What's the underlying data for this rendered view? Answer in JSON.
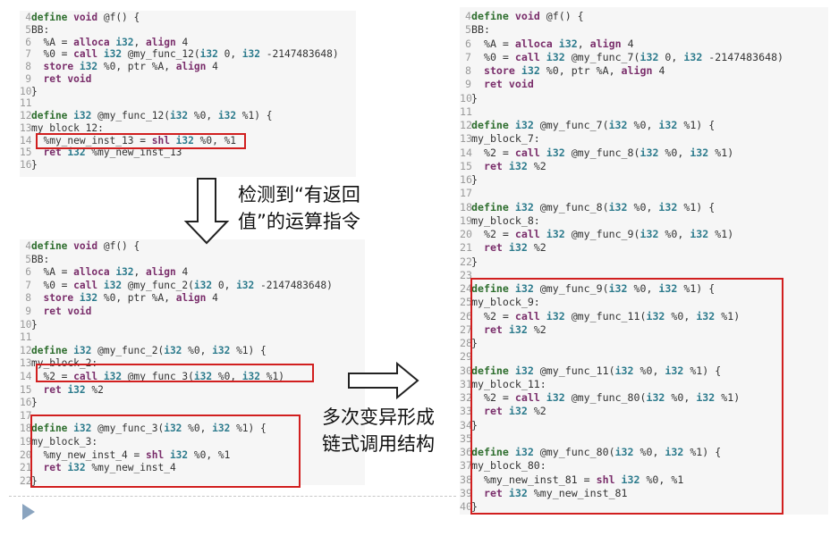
{
  "captions": {
    "detect_line1": "检测到“有返回",
    "detect_line2": "值”的运算指令",
    "mutate_line1": "多次变异形成",
    "mutate_line2": "链式调用结构"
  },
  "panels": {
    "top_left": [
      {
        "n": "4",
        "t": [
          [
            "df",
            "define "
          ],
          [
            "kw",
            "void "
          ],
          [
            "p",
            "@f() {"
          ]
        ]
      },
      {
        "n": "5",
        "t": [
          [
            "p",
            "BB:"
          ]
        ]
      },
      {
        "n": "6",
        "t": [
          [
            "p",
            "  %A = "
          ],
          [
            "kw",
            "alloca "
          ],
          [
            "ty",
            "i32"
          ],
          [
            "p",
            ", "
          ],
          [
            "kw",
            "align "
          ],
          [
            "p",
            "4"
          ]
        ]
      },
      {
        "n": "7",
        "t": [
          [
            "p",
            "  %0 = "
          ],
          [
            "kw",
            "call "
          ],
          [
            "ty",
            "i32 "
          ],
          [
            "p",
            "@my_func_12("
          ],
          [
            "ty",
            "i32 "
          ],
          [
            "p",
            "0, "
          ],
          [
            "ty",
            "i32 "
          ],
          [
            "p",
            "-2147483648)"
          ]
        ]
      },
      {
        "n": "8",
        "t": [
          [
            "p",
            "  "
          ],
          [
            "kw",
            "store "
          ],
          [
            "ty",
            "i32 "
          ],
          [
            "p",
            "%0, ptr %A, "
          ],
          [
            "kw",
            "align "
          ],
          [
            "p",
            "4"
          ]
        ]
      },
      {
        "n": "9",
        "t": [
          [
            "p",
            "  "
          ],
          [
            "kw",
            "ret void"
          ]
        ]
      },
      {
        "n": "10",
        "t": [
          [
            "p",
            "}"
          ]
        ]
      },
      {
        "n": "11",
        "t": []
      },
      {
        "n": "12",
        "t": [
          [
            "df",
            "define "
          ],
          [
            "ty",
            "i32 "
          ],
          [
            "p",
            "@my_func_12("
          ],
          [
            "ty",
            "i32 "
          ],
          [
            "p",
            "%0, "
          ],
          [
            "ty",
            "i32 "
          ],
          [
            "p",
            "%1) {"
          ]
        ]
      },
      {
        "n": "13",
        "t": [
          [
            "p",
            "my_block_12:"
          ]
        ]
      },
      {
        "n": "14",
        "t": [
          [
            "p",
            "  %my_new_inst_13 = "
          ],
          [
            "kw",
            "shl "
          ],
          [
            "ty",
            "i32 "
          ],
          [
            "p",
            "%0, %1"
          ]
        ]
      },
      {
        "n": "15",
        "t": [
          [
            "p",
            "  "
          ],
          [
            "kw",
            "ret "
          ],
          [
            "ty",
            "i32 "
          ],
          [
            "p",
            "%my_new_inst_13"
          ]
        ]
      },
      {
        "n": "16",
        "t": [
          [
            "p",
            "}"
          ]
        ]
      }
    ],
    "bottom_left": [
      {
        "n": "4",
        "t": [
          [
            "df",
            "define "
          ],
          [
            "kw",
            "void "
          ],
          [
            "p",
            "@f() {"
          ]
        ]
      },
      {
        "n": "5",
        "t": [
          [
            "p",
            "BB:"
          ]
        ]
      },
      {
        "n": "6",
        "t": [
          [
            "p",
            "  %A = "
          ],
          [
            "kw",
            "alloca "
          ],
          [
            "ty",
            "i32"
          ],
          [
            "p",
            ", "
          ],
          [
            "kw",
            "align "
          ],
          [
            "p",
            "4"
          ]
        ]
      },
      {
        "n": "7",
        "t": [
          [
            "p",
            "  %0 = "
          ],
          [
            "kw",
            "call "
          ],
          [
            "ty",
            "i32 "
          ],
          [
            "p",
            "@my_func_2("
          ],
          [
            "ty",
            "i32 "
          ],
          [
            "p",
            "0, "
          ],
          [
            "ty",
            "i32 "
          ],
          [
            "p",
            "-2147483648)"
          ]
        ]
      },
      {
        "n": "8",
        "t": [
          [
            "p",
            "  "
          ],
          [
            "kw",
            "store "
          ],
          [
            "ty",
            "i32 "
          ],
          [
            "p",
            "%0, ptr %A, "
          ],
          [
            "kw",
            "align "
          ],
          [
            "p",
            "4"
          ]
        ]
      },
      {
        "n": "9",
        "t": [
          [
            "p",
            "  "
          ],
          [
            "kw",
            "ret void"
          ]
        ]
      },
      {
        "n": "10",
        "t": [
          [
            "p",
            "}"
          ]
        ]
      },
      {
        "n": "11",
        "t": []
      },
      {
        "n": "12",
        "t": [
          [
            "df",
            "define "
          ],
          [
            "ty",
            "i32 "
          ],
          [
            "p",
            "@my_func_2("
          ],
          [
            "ty",
            "i32 "
          ],
          [
            "p",
            "%0, "
          ],
          [
            "ty",
            "i32 "
          ],
          [
            "p",
            "%1) {"
          ]
        ]
      },
      {
        "n": "13",
        "t": [
          [
            "p",
            "my_block_2:"
          ]
        ]
      },
      {
        "n": "14",
        "t": [
          [
            "p",
            "  %2 = "
          ],
          [
            "kw",
            "call "
          ],
          [
            "ty",
            "i32 "
          ],
          [
            "p",
            "@my_func_3("
          ],
          [
            "ty",
            "i32 "
          ],
          [
            "p",
            "%0, "
          ],
          [
            "ty",
            "i32 "
          ],
          [
            "p",
            "%1)"
          ]
        ]
      },
      {
        "n": "15",
        "t": [
          [
            "p",
            "  "
          ],
          [
            "kw",
            "ret "
          ],
          [
            "ty",
            "i32 "
          ],
          [
            "p",
            "%2"
          ]
        ]
      },
      {
        "n": "16",
        "t": [
          [
            "p",
            "}"
          ]
        ]
      },
      {
        "n": "17",
        "t": []
      },
      {
        "n": "18",
        "t": [
          [
            "df",
            "define "
          ],
          [
            "ty",
            "i32 "
          ],
          [
            "p",
            "@my_func_3("
          ],
          [
            "ty",
            "i32 "
          ],
          [
            "p",
            "%0, "
          ],
          [
            "ty",
            "i32 "
          ],
          [
            "p",
            "%1) {"
          ]
        ]
      },
      {
        "n": "19",
        "t": [
          [
            "p",
            "my_block_3:"
          ]
        ]
      },
      {
        "n": "20",
        "t": [
          [
            "p",
            "  %my_new_inst_4 = "
          ],
          [
            "kw",
            "shl "
          ],
          [
            "ty",
            "i32 "
          ],
          [
            "p",
            "%0, %1"
          ]
        ]
      },
      {
        "n": "21",
        "t": [
          [
            "p",
            "  "
          ],
          [
            "kw",
            "ret "
          ],
          [
            "ty",
            "i32 "
          ],
          [
            "p",
            "%my_new_inst_4"
          ]
        ]
      },
      {
        "n": "22",
        "t": [
          [
            "p",
            "}"
          ]
        ]
      }
    ],
    "right": [
      {
        "n": "4",
        "t": [
          [
            "df",
            "define "
          ],
          [
            "kw",
            "void "
          ],
          [
            "p",
            "@f() {"
          ]
        ]
      },
      {
        "n": "5",
        "t": [
          [
            "p",
            "BB:"
          ]
        ]
      },
      {
        "n": "6",
        "t": [
          [
            "p",
            "  %A = "
          ],
          [
            "kw",
            "alloca "
          ],
          [
            "ty",
            "i32"
          ],
          [
            "p",
            ", "
          ],
          [
            "kw",
            "align "
          ],
          [
            "p",
            "4"
          ]
        ]
      },
      {
        "n": "7",
        "t": [
          [
            "p",
            "  %0 = "
          ],
          [
            "kw",
            "call "
          ],
          [
            "ty",
            "i32 "
          ],
          [
            "p",
            "@my_func_7("
          ],
          [
            "ty",
            "i32 "
          ],
          [
            "p",
            "0, "
          ],
          [
            "ty",
            "i32 "
          ],
          [
            "p",
            "-2147483648)"
          ]
        ]
      },
      {
        "n": "8",
        "t": [
          [
            "p",
            "  "
          ],
          [
            "kw",
            "store "
          ],
          [
            "ty",
            "i32 "
          ],
          [
            "p",
            "%0, ptr %A, "
          ],
          [
            "kw",
            "align "
          ],
          [
            "p",
            "4"
          ]
        ]
      },
      {
        "n": "9",
        "t": [
          [
            "p",
            "  "
          ],
          [
            "kw",
            "ret void"
          ]
        ]
      },
      {
        "n": "10",
        "t": [
          [
            "p",
            "}"
          ]
        ]
      },
      {
        "n": "11",
        "t": []
      },
      {
        "n": "12",
        "t": [
          [
            "df",
            "define "
          ],
          [
            "ty",
            "i32 "
          ],
          [
            "p",
            "@my_func_7("
          ],
          [
            "ty",
            "i32 "
          ],
          [
            "p",
            "%0, "
          ],
          [
            "ty",
            "i32 "
          ],
          [
            "p",
            "%1) {"
          ]
        ]
      },
      {
        "n": "13",
        "t": [
          [
            "p",
            "my_block_7:"
          ]
        ]
      },
      {
        "n": "14",
        "t": [
          [
            "p",
            "  %2 = "
          ],
          [
            "kw",
            "call "
          ],
          [
            "ty",
            "i32 "
          ],
          [
            "p",
            "@my_func_8("
          ],
          [
            "ty",
            "i32 "
          ],
          [
            "p",
            "%0, "
          ],
          [
            "ty",
            "i32 "
          ],
          [
            "p",
            "%1)"
          ]
        ]
      },
      {
        "n": "15",
        "t": [
          [
            "p",
            "  "
          ],
          [
            "kw",
            "ret "
          ],
          [
            "ty",
            "i32 "
          ],
          [
            "p",
            "%2"
          ]
        ]
      },
      {
        "n": "16",
        "t": [
          [
            "p",
            "}"
          ]
        ]
      },
      {
        "n": "17",
        "t": []
      },
      {
        "n": "18",
        "t": [
          [
            "df",
            "define "
          ],
          [
            "ty",
            "i32 "
          ],
          [
            "p",
            "@my_func_8("
          ],
          [
            "ty",
            "i32 "
          ],
          [
            "p",
            "%0, "
          ],
          [
            "ty",
            "i32 "
          ],
          [
            "p",
            "%1) {"
          ]
        ]
      },
      {
        "n": "19",
        "t": [
          [
            "p",
            "my_block_8:"
          ]
        ]
      },
      {
        "n": "20",
        "t": [
          [
            "p",
            "  %2 = "
          ],
          [
            "kw",
            "call "
          ],
          [
            "ty",
            "i32 "
          ],
          [
            "p",
            "@my_func_9("
          ],
          [
            "ty",
            "i32 "
          ],
          [
            "p",
            "%0, "
          ],
          [
            "ty",
            "i32 "
          ],
          [
            "p",
            "%1)"
          ]
        ]
      },
      {
        "n": "21",
        "t": [
          [
            "p",
            "  "
          ],
          [
            "kw",
            "ret "
          ],
          [
            "ty",
            "i32 "
          ],
          [
            "p",
            "%2"
          ]
        ]
      },
      {
        "n": "22",
        "t": [
          [
            "p",
            "}"
          ]
        ]
      },
      {
        "n": "23",
        "t": []
      },
      {
        "n": "24",
        "t": [
          [
            "df",
            "define "
          ],
          [
            "ty",
            "i32 "
          ],
          [
            "p",
            "@my_func_9("
          ],
          [
            "ty",
            "i32 "
          ],
          [
            "p",
            "%0, "
          ],
          [
            "ty",
            "i32 "
          ],
          [
            "p",
            "%1) {"
          ]
        ]
      },
      {
        "n": "25",
        "t": [
          [
            "p",
            "my_block_9:"
          ]
        ]
      },
      {
        "n": "26",
        "t": [
          [
            "p",
            "  %2 = "
          ],
          [
            "kw",
            "call "
          ],
          [
            "ty",
            "i32 "
          ],
          [
            "p",
            "@my_func_11("
          ],
          [
            "ty",
            "i32 "
          ],
          [
            "p",
            "%0, "
          ],
          [
            "ty",
            "i32 "
          ],
          [
            "p",
            "%1)"
          ]
        ]
      },
      {
        "n": "27",
        "t": [
          [
            "p",
            "  "
          ],
          [
            "kw",
            "ret "
          ],
          [
            "ty",
            "i32 "
          ],
          [
            "p",
            "%2"
          ]
        ]
      },
      {
        "n": "28",
        "t": [
          [
            "p",
            "}"
          ]
        ]
      },
      {
        "n": "29",
        "t": []
      },
      {
        "n": "30",
        "t": [
          [
            "df",
            "define "
          ],
          [
            "ty",
            "i32 "
          ],
          [
            "p",
            "@my_func_11("
          ],
          [
            "ty",
            "i32 "
          ],
          [
            "p",
            "%0, "
          ],
          [
            "ty",
            "i32 "
          ],
          [
            "p",
            "%1) {"
          ]
        ]
      },
      {
        "n": "31",
        "t": [
          [
            "p",
            "my_block_11:"
          ]
        ]
      },
      {
        "n": "32",
        "t": [
          [
            "p",
            "  %2 = "
          ],
          [
            "kw",
            "call "
          ],
          [
            "ty",
            "i32 "
          ],
          [
            "p",
            "@my_func_80("
          ],
          [
            "ty",
            "i32 "
          ],
          [
            "p",
            "%0, "
          ],
          [
            "ty",
            "i32 "
          ],
          [
            "p",
            "%1)"
          ]
        ]
      },
      {
        "n": "33",
        "t": [
          [
            "p",
            "  "
          ],
          [
            "kw",
            "ret "
          ],
          [
            "ty",
            "i32 "
          ],
          [
            "p",
            "%2"
          ]
        ]
      },
      {
        "n": "34",
        "t": [
          [
            "p",
            "}"
          ]
        ]
      },
      {
        "n": "35",
        "t": []
      },
      {
        "n": "36",
        "t": [
          [
            "df",
            "define "
          ],
          [
            "ty",
            "i32 "
          ],
          [
            "p",
            "@my_func_80("
          ],
          [
            "ty",
            "i32 "
          ],
          [
            "p",
            "%0, "
          ],
          [
            "ty",
            "i32 "
          ],
          [
            "p",
            "%1) {"
          ]
        ]
      },
      {
        "n": "37",
        "t": [
          [
            "p",
            "my_block_80:"
          ]
        ]
      },
      {
        "n": "38",
        "t": [
          [
            "p",
            "  %my_new_inst_81 = "
          ],
          [
            "kw",
            "shl "
          ],
          [
            "ty",
            "i32 "
          ],
          [
            "p",
            "%0, %1"
          ]
        ]
      },
      {
        "n": "39",
        "t": [
          [
            "p",
            "  "
          ],
          [
            "kw",
            "ret "
          ],
          [
            "ty",
            "i32 "
          ],
          [
            "p",
            "%my_new_inst_81"
          ]
        ]
      },
      {
        "n": "40",
        "t": [
          [
            "p",
            "}"
          ]
        ]
      }
    ]
  },
  "colors": {
    "highlight_box": "#d11f1f",
    "keyword": "#7a2e6b",
    "type": "#2b7a8c",
    "define": "#2e6e2e"
  }
}
